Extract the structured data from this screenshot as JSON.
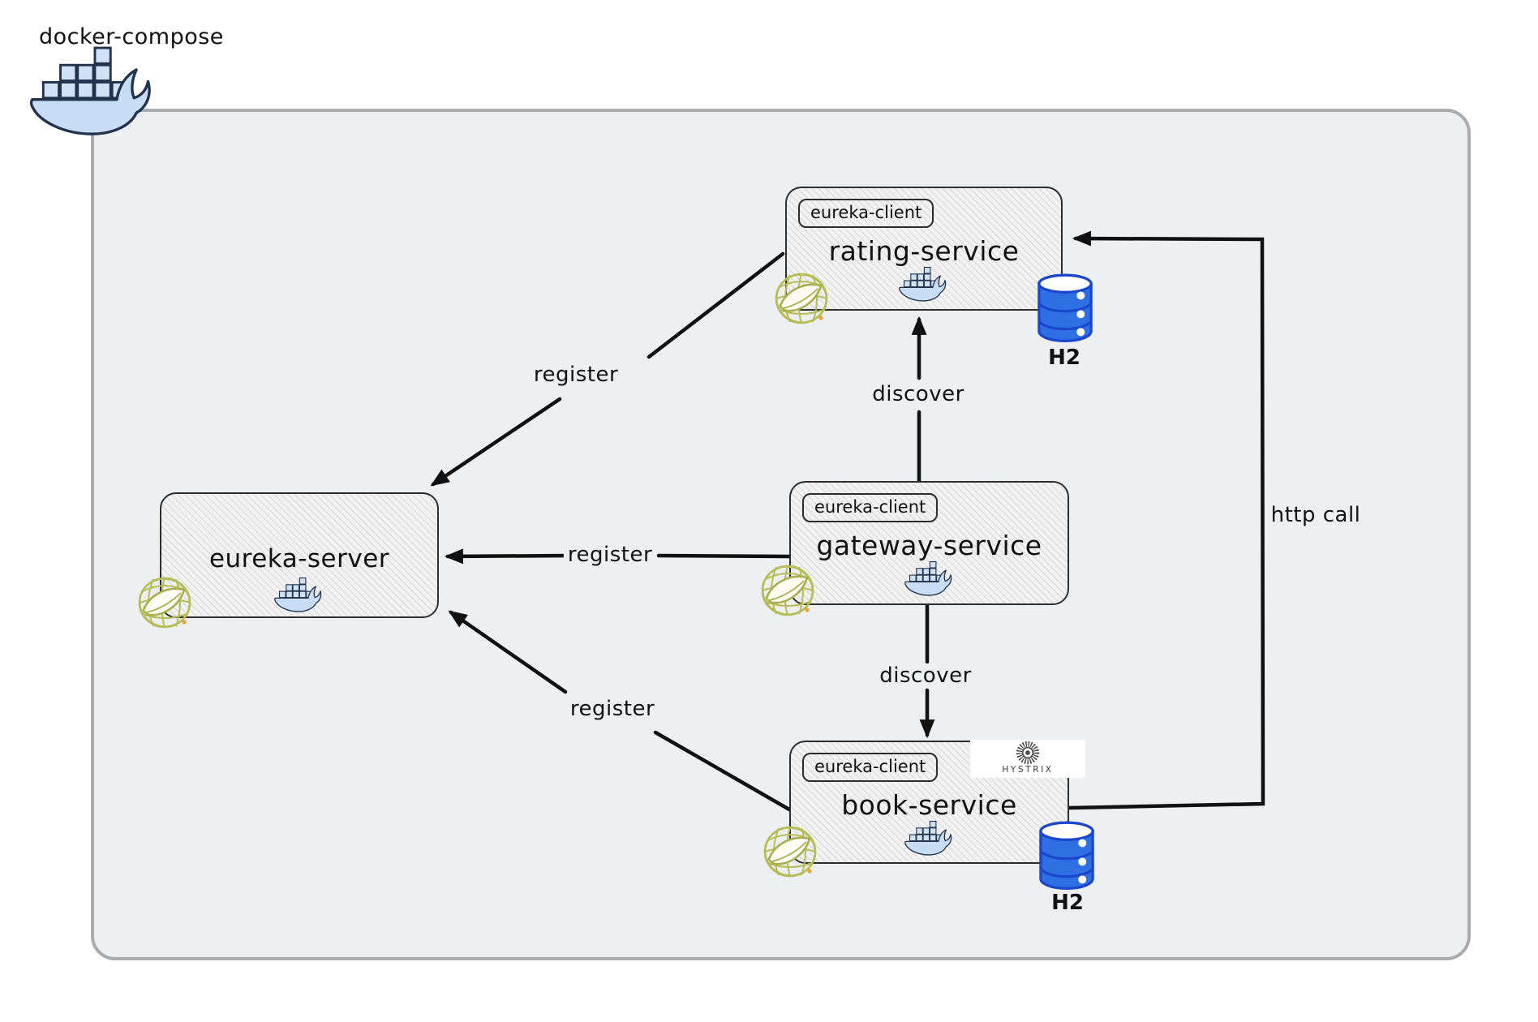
{
  "header": {
    "label": "docker-compose"
  },
  "nodes": {
    "eureka_server": {
      "title": "eureka-server"
    },
    "rating_service": {
      "badge": "eureka-client",
      "title": "rating-service",
      "database": "H2"
    },
    "gateway_service": {
      "badge": "eureka-client",
      "title": "gateway-service"
    },
    "book_service": {
      "badge": "eureka-client",
      "title": "book-service",
      "database": "H2",
      "hystrix": "HYSTRIX"
    }
  },
  "edges": {
    "rating_register": {
      "label": "register"
    },
    "gateway_register": {
      "label": "register"
    },
    "book_register": {
      "label": "register"
    },
    "rating_discover": {
      "label": "discover"
    },
    "book_discover": {
      "label": "discover"
    },
    "http_call": {
      "label": "http call"
    }
  },
  "icons": {
    "docker_compose_whale": "docker-whale-with-containers",
    "service_whale": "docker-whale-with-containers",
    "spring_leaf": "spring-boot-leaf",
    "h2_database": "database-cylinder",
    "hystrix": "hystrix-porcupine-badge"
  },
  "colors": {
    "canvas_background": "#ffffff",
    "container_fill": "#edeff1",
    "container_border": "#a9abae",
    "node_border": "#2e2e2e",
    "arrow": "#111111",
    "docker_blue": "#c8def5",
    "docker_outline": "#23334d",
    "spring_green": "#b7bd56",
    "h2_blue": "#2f6fe4",
    "h2_outline": "#1a47cc"
  }
}
